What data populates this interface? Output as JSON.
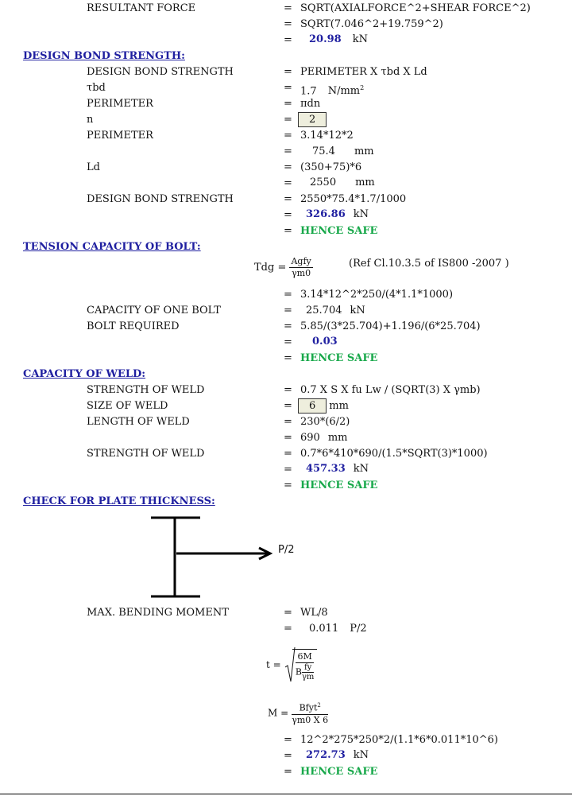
{
  "resultant": {
    "label": "RESULTANT FORCE",
    "f1": "SQRT(AXIALFORCE^2+SHEAR FORCE^2)",
    "f2": "SQRT(7.046^2+19.759^2)",
    "result": "20.98",
    "unit": "kN"
  },
  "bond": {
    "header": "DESIGN BOND STRENGTH:",
    "label1": "DESIGN BOND STRENGTH",
    "formula1": "PERIMETER X τbd X Ld",
    "tbd_label": "τbd",
    "tbd_value": "1.7",
    "tbd_unit": "N/mm",
    "tbd_unit_sup": "2",
    "perimeter_label": "PERIMETER",
    "perimeter_formula": "πdn",
    "n_label": "n",
    "n_value": "2",
    "perimeter_label2": "PERIMETER",
    "perimeter_calc": "3.14*12*2",
    "perimeter_value": "75.4",
    "perimeter_unit": "mm",
    "ld_label": "Ld",
    "ld_calc": "(350+75)*6",
    "ld_value": "2550",
    "ld_unit": "mm",
    "label2": "DESIGN BOND STRENGTH",
    "calc": "2550*75.4*1.7/1000",
    "result": "326.86",
    "result_unit": "kN",
    "safe": "HENCE SAFE"
  },
  "tension": {
    "header": "TENSION CAPACITY OF BOLT:",
    "formula_lhs": "Tdg =",
    "formula_num": "Agfy",
    "formula_den": "γm0",
    "ref": "(Ref Cl.10.3.5 of IS800 -2007 )",
    "calc": "3.14*12^2*250/(4*1.1*1000)",
    "cap_label": "CAPACITY OF ONE BOLT",
    "cap_value": "25.704",
    "cap_unit": "kN",
    "req_label": "BOLT REQUIRED",
    "req_calc": "5.85/(3*25.704)+1.196/(6*25.704)",
    "req_value": "0.03",
    "safe": "HENCE SAFE"
  },
  "weld": {
    "header": "CAPACITY OF WELD:",
    "strength_label": "STRENGTH OF WELD",
    "strength_formula": "0.7 X S X fu Lw / (SQRT(3) X γmb)",
    "size_label": "SIZE OF WELD",
    "size_value": "6",
    "size_unit": "mm",
    "length_label": "LENGTH OF WELD",
    "length_calc": "230*(6/2)",
    "length_value": "690",
    "length_unit": "mm",
    "strength_label2": "STRENGTH OF WELD",
    "strength_calc": "0.7*6*410*690/(1.5*SQRT(3)*1000)",
    "result": "457.33",
    "result_unit": "kN",
    "safe": "HENCE SAFE"
  },
  "plate": {
    "header": "CHECK FOR PLATE THICKNESS:",
    "load_label": "P/2",
    "moment_label": "MAX. BENDING MOMENT",
    "moment_formula": "WL/8",
    "moment_value": "0.011",
    "moment_unit": "P/2",
    "t_lhs": "t =",
    "t_num": "6M",
    "t_den_b": "B",
    "t_den_num": "fy",
    "t_den_den": "γm",
    "m_lhs": "M =",
    "m_num": "Bfyt",
    "m_num_sup": "2",
    "m_den": "γm0 X 6",
    "calc": "12^2*275*250*2/(1.1*6*0.011*10^6)",
    "result": "272.73",
    "result_unit": "kN",
    "safe": "HENCE SAFE"
  },
  "eq_sign": "="
}
